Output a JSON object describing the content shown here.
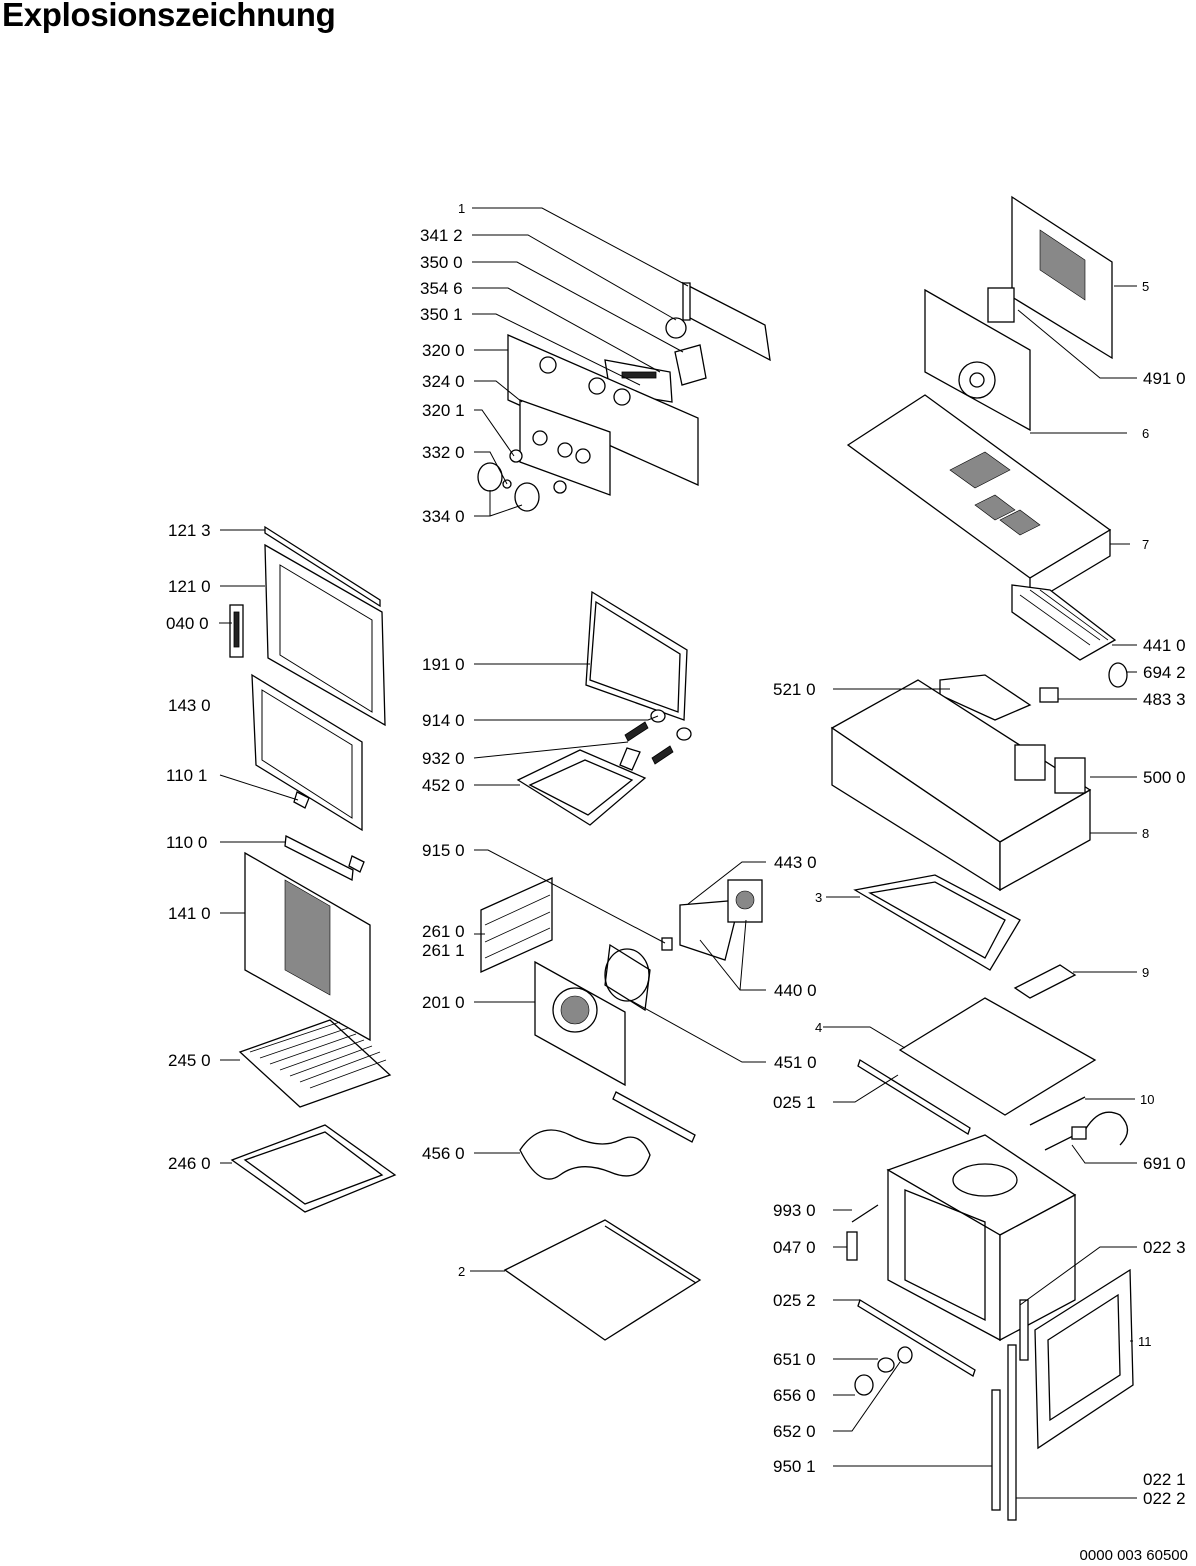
{
  "title": "Explosionszeichnung",
  "document_number": "0000 003 60500",
  "callouts": {
    "c_1": "1",
    "c_3412": "341 2",
    "c_3500": "350 0",
    "c_3546": "354 6",
    "c_3501": "350 1",
    "c_3200": "320 0",
    "c_3240": "324 0",
    "c_3201": "320 1",
    "c_3320": "332 0",
    "c_3340": "334 0",
    "c_1213": "121 3",
    "c_1210": "121 0",
    "c_0400": "040 0",
    "c_1430": "143 0",
    "c_1101": "110 1",
    "c_1100": "110 0",
    "c_1410": "141 0",
    "c_2450": "245 0",
    "c_2460": "246 0",
    "c_1910": "191 0",
    "c_9140": "914 0",
    "c_9320": "932 0",
    "c_4520": "452 0",
    "c_9150": "915 0",
    "c_2610": "261 0",
    "c_2611": "261 1",
    "c_2010": "201 0",
    "c_4560": "456 0",
    "c_2": "2",
    "c_4430": "443 0",
    "c_4400": "440 0",
    "c_4510": "451 0",
    "c_5": "5",
    "c_4910": "491 0",
    "c_6": "6",
    "c_7": "7",
    "c_4410": "441 0",
    "c_6942": "694 2",
    "c_5210": "521 0",
    "c_4833": "483 3",
    "c_5000": "500 0",
    "c_8": "8",
    "c_3": "3",
    "c_9": "9",
    "c_4": "4",
    "c_0251": "025 1",
    "c_10": "10",
    "c_6910": "691 0",
    "c_9930": "993 0",
    "c_0470": "047 0",
    "c_0223": "022 3",
    "c_0252": "025 2",
    "c_11": "11",
    "c_6510": "651 0",
    "c_6560": "656 0",
    "c_6520": "652 0",
    "c_9501": "950 1",
    "c_0221": "022 1",
    "c_0222": "022 2"
  }
}
